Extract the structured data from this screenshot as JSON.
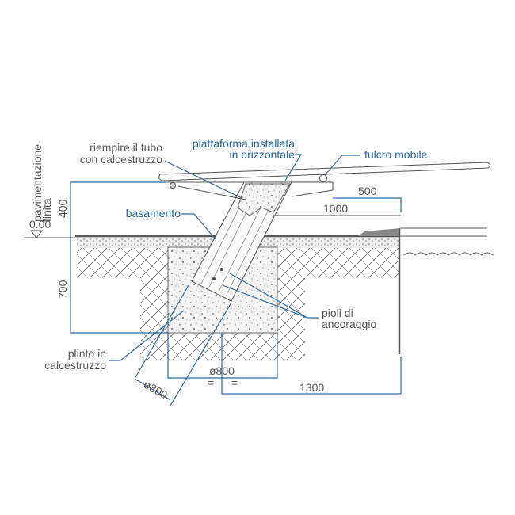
{
  "labels": {
    "fill_tube": [
      "riempire il tubo",
      "con calcestruzzo"
    ],
    "platform": [
      "piattaforma installata",
      "in orizzontale"
    ],
    "pivot": "fulcro mobile",
    "base": "basamento",
    "anchors": [
      "pioli di",
      "ancoraggio"
    ],
    "plinth": [
      "plinto in",
      "calcestruzzo"
    ],
    "finished_floor": [
      "pavimentazione",
      "finita"
    ],
    "level": "0.00"
  },
  "dimensions": {
    "d400": "400",
    "d700": "700",
    "d500": "500",
    "d1000": "1000",
    "d800": "ø800",
    "d300": "ø300",
    "d1300": "1300",
    "equal": "="
  },
  "colors": {
    "accent": "#1e64a8",
    "line": "#555555"
  }
}
